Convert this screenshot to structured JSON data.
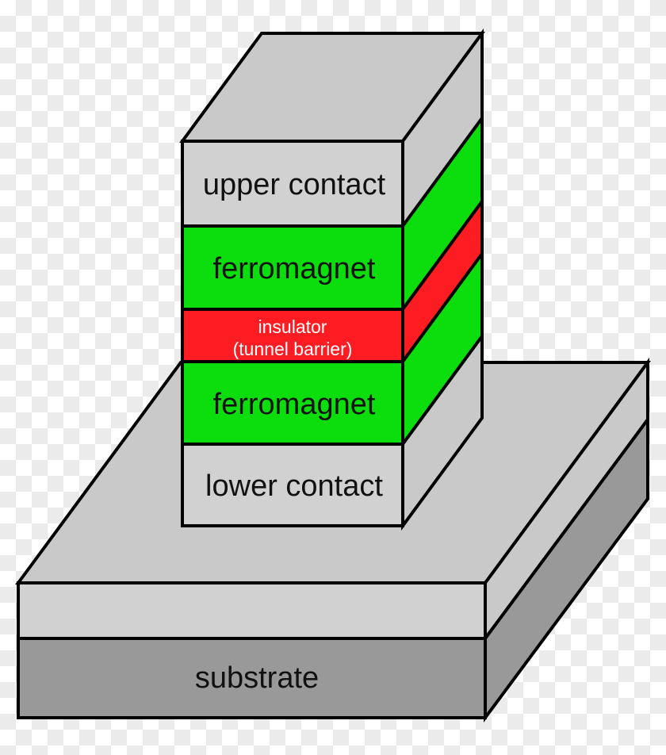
{
  "colors": {
    "checker_light": "#ffffff",
    "checker_dark": "#ebebeb",
    "outline": "#000000",
    "gray_top": "#c9c9c9",
    "gray_front": "#d1d1d1",
    "substrate_gray": "#999999",
    "green": "#0cdd0c",
    "red": "#fc1c21",
    "label_dark": "#111111",
    "label_light": "#ffffff"
  },
  "stack": {
    "upper_contact": "upper contact",
    "ferromagnet_top": "ferromagnet",
    "insulator_line1": "insulator",
    "insulator_line2": "(tunnel barrier)",
    "ferromagnet_bottom": "ferromagnet",
    "lower_contact": "lower contact"
  },
  "base": {
    "substrate": "substrate"
  }
}
